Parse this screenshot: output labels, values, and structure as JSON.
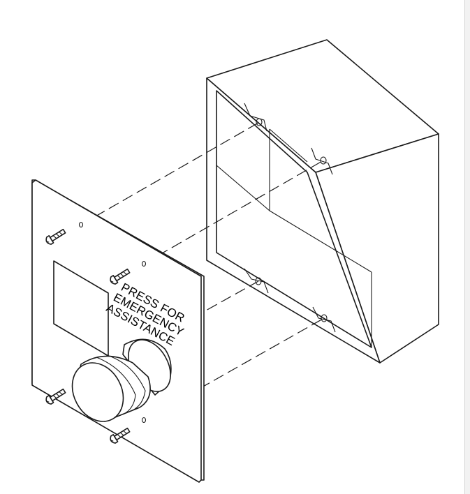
{
  "label": {
    "line1": "PRESS FOR",
    "line2": "EMERGENCY",
    "line3": "ASSISTANCE"
  },
  "parts": [
    {
      "name": "back-box",
      "icon": "box-icon"
    },
    {
      "name": "cover-plate",
      "icon": "plate-icon"
    },
    {
      "name": "push-button",
      "icon": "button-icon"
    },
    {
      "name": "mounting-screws",
      "icon": "screw-icon",
      "count": 4
    }
  ],
  "colors": {
    "line": "#1a1a1a",
    "background": "#ffffff",
    "scrollbar": "#f2f2f2"
  }
}
